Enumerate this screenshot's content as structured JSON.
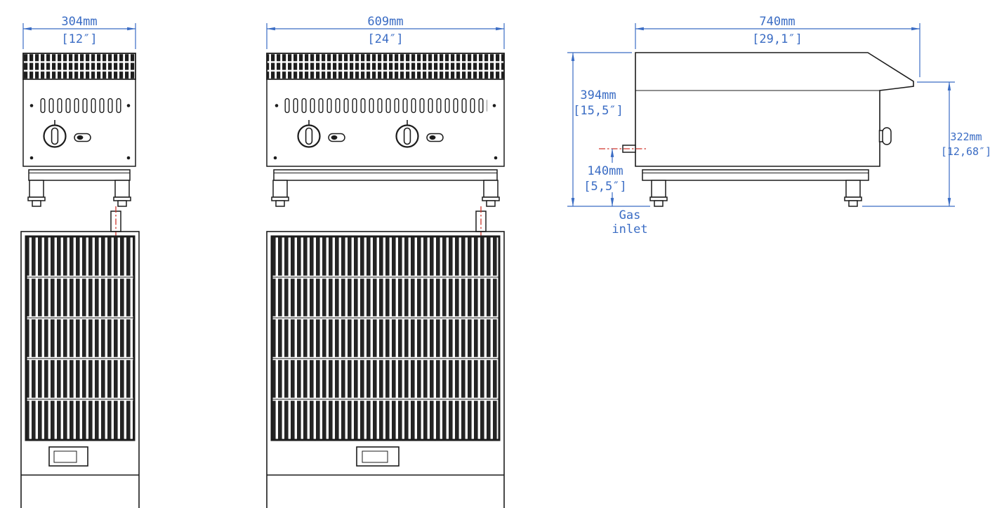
{
  "colors": {
    "dimension_blue": "#3a6cc4",
    "outline_black": "#1c1c1c",
    "centerline_red": "#d0362c",
    "background": "#ffffff"
  },
  "views": {
    "front_12in": {
      "width": {
        "mm": "304mm",
        "inches": "[12″]"
      }
    },
    "front_24in": {
      "width": {
        "mm": "609mm",
        "inches": "[24″]"
      }
    },
    "side": {
      "depth": {
        "mm": "740mm",
        "inches": "[29,1″]"
      },
      "overall_height": {
        "mm": "394mm",
        "inches": "[15,5″]"
      },
      "body_height": {
        "mm": "322mm",
        "inches": "[12,68″]"
      },
      "gas_inlet_height": {
        "mm": "140mm",
        "inches": "[5,5″]"
      },
      "gas_inlet": {
        "line1": "Gas",
        "line2": "inlet"
      }
    }
  }
}
